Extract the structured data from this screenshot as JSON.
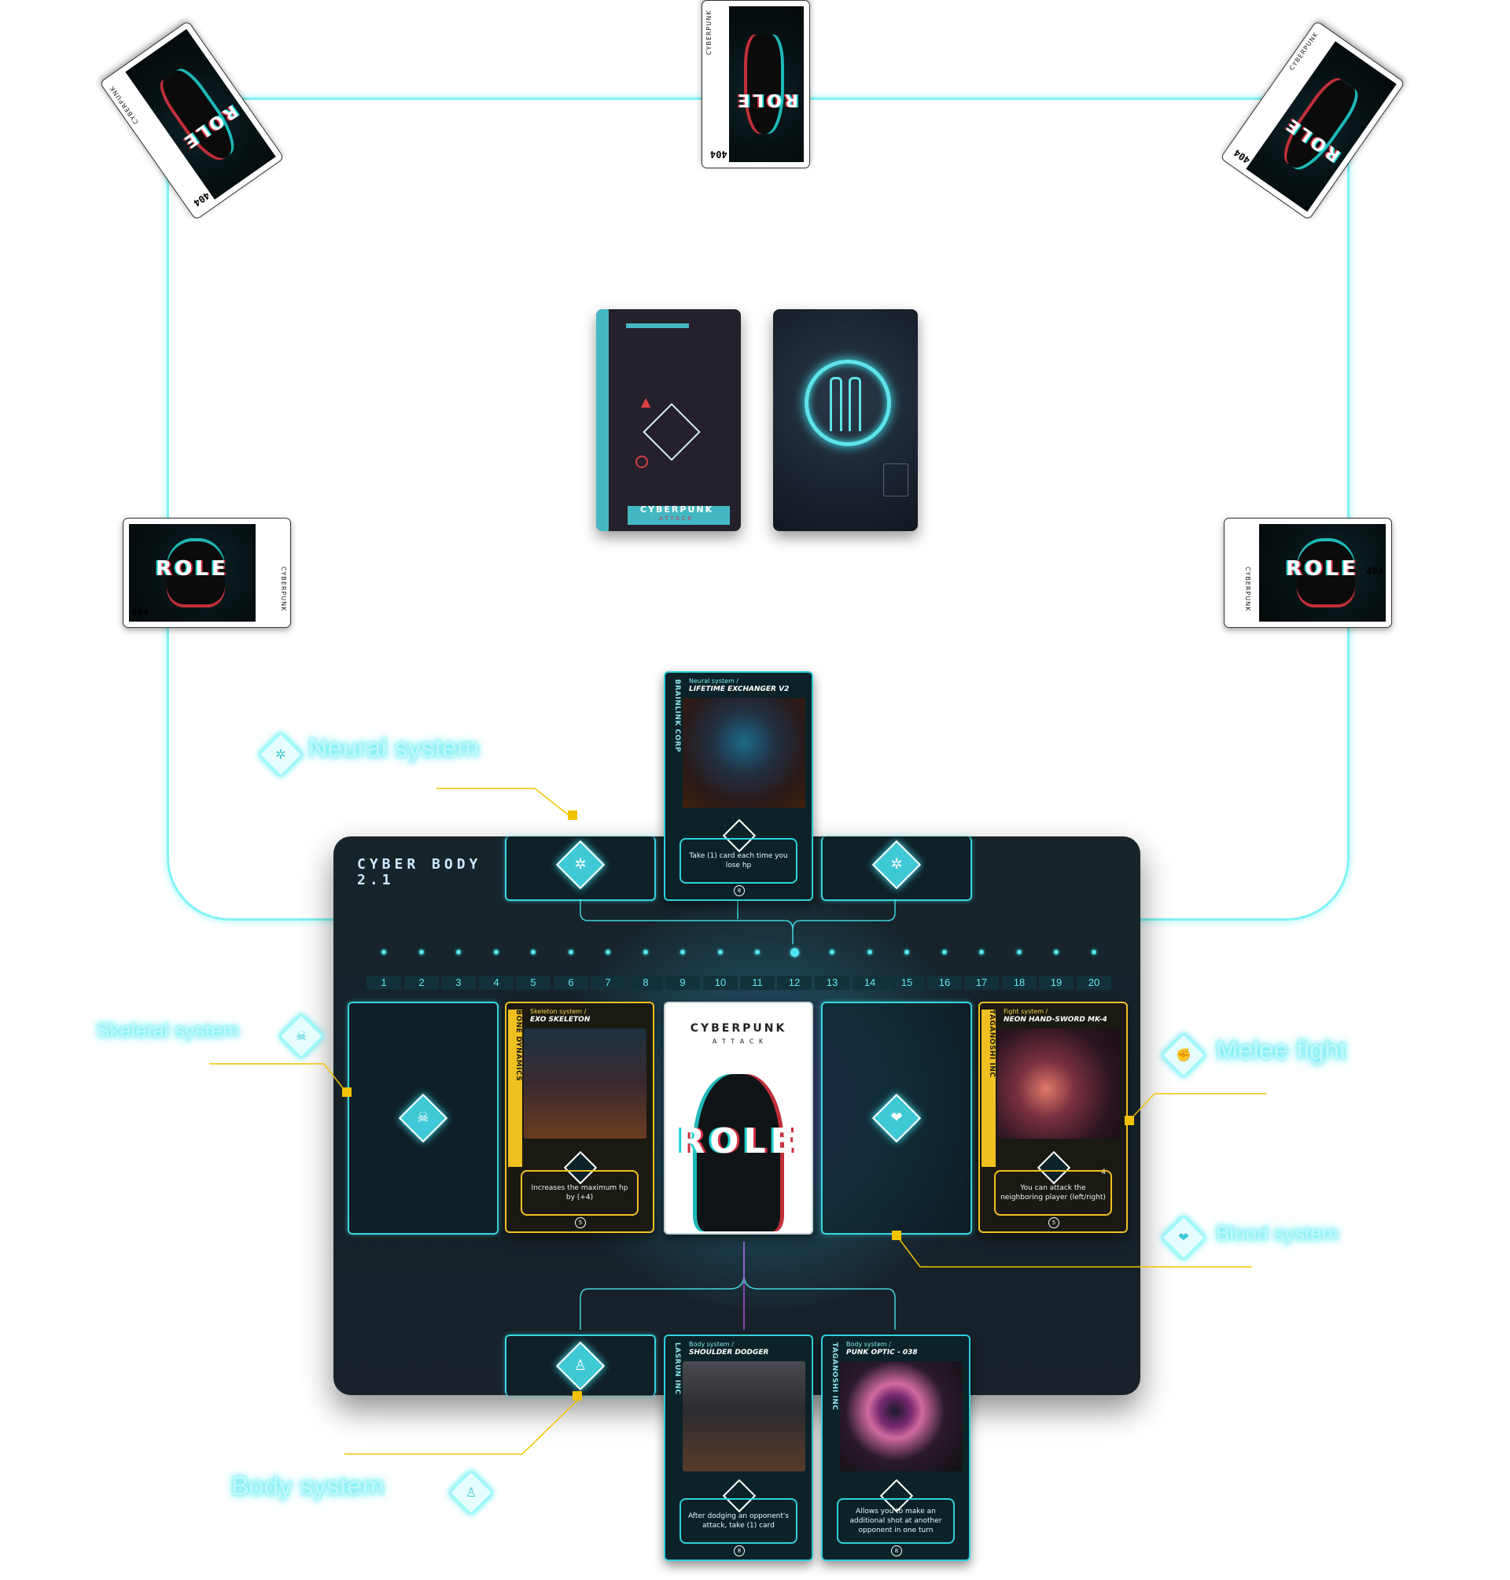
{
  "table": {
    "accent": "#7ff3f6"
  },
  "role_cards": {
    "number": "404",
    "word": "ROLE",
    "brand": "CYBERPUNK"
  },
  "decks": {
    "brand": "CYBERPUNK",
    "tagline": "ATTACK"
  },
  "board": {
    "title": "CYBER BODY 2.1",
    "hp_track": [
      "1",
      "2",
      "3",
      "4",
      "5",
      "6",
      "7",
      "8",
      "9",
      "10",
      "11",
      "12",
      "13",
      "14",
      "15",
      "16",
      "17",
      "18",
      "19",
      "20"
    ],
    "hp_current": "12"
  },
  "cards": {
    "neural": {
      "category": "Neural system /",
      "name": "LIFETIME EXCHANGER V2",
      "maker": "BRAINLINK CORP",
      "text": "Take (1) card each time you lose hp",
      "cost": "8"
    },
    "skeleton": {
      "category": "Skeleton system /",
      "name": "EXO SKELETON",
      "maker": "BONE DYNAMICS",
      "text": "Increases the maximum hp by (+4)",
      "cost": "5"
    },
    "fight": {
      "category": "Fight system /",
      "name": "NEON HAND-SWORD MK-4",
      "maker": "TAGANOSHI INC",
      "text": "You can attack the neighboring player (left/right)",
      "cost": "5",
      "bonus": "4"
    },
    "body1": {
      "category": "Body system /",
      "name": "SHOULDER DODGER",
      "maker": "LASRUN INC",
      "text": "After dodging an opponent's attack, take (1) card",
      "cost": "8"
    },
    "body2": {
      "category": "Body system /",
      "name": "PUNK OPTIC - 038",
      "maker": "TAGANOSHI INC",
      "text": "Allows you to make an additional shot at another opponent in one turn",
      "cost": "8"
    },
    "role": {
      "brand": "CYBERPUNK",
      "tagline": "A T T A C K",
      "word": "ROLE"
    }
  },
  "labels": {
    "neural": "Neural system",
    "skeletal": "Skeletal system",
    "melee": "Melee fight",
    "blood": "Blood system",
    "body": "Body system"
  },
  "icons": [
    "brain-icon",
    "skull-icon",
    "fist-icon",
    "heart-icon",
    "body-icon"
  ],
  "colors": {
    "cyan": "#3fe6ef",
    "yellow": "#f2c200",
    "board": "#17252b"
  }
}
